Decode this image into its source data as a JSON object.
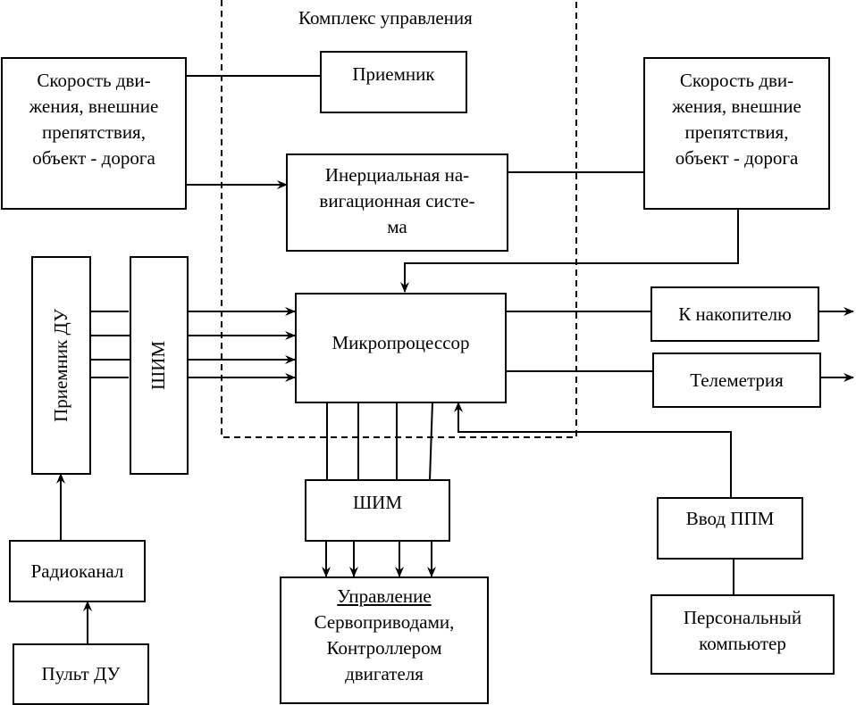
{
  "diagram": {
    "region_label": "Комплекс управления",
    "blocks": {
      "sensors_left": [
        "Скорость дви-",
        "жения, внешние",
        "препятствия,",
        "объект - дорога"
      ],
      "receiver": "Приемник",
      "ins": [
        "Инерциальная на-",
        "вигационная систе-",
        "ма"
      ],
      "sensors_right": [
        "Скорость дви-",
        "жения, внешние",
        "препятствия,",
        "объект - дорога"
      ],
      "rc_receiver": "Приемник ДУ",
      "pwm_left": "ШИМ",
      "microprocessor": "Микропроцессор",
      "storage": "К накопителю",
      "telemetry": "Телеметрия",
      "pwm_bottom": "ШИМ",
      "control_title": "Управление",
      "control_lines": [
        "Сервоприводами,",
        "Контроллером",
        "двигателя"
      ],
      "radio_channel": "Радиоканал",
      "rc_console": "Пульт ДУ",
      "ppm_input": "Ввод ППМ",
      "pc": [
        "Персональный",
        "компьютер"
      ]
    },
    "colors": {
      "line": "#000000",
      "background": "#ffffff"
    }
  }
}
